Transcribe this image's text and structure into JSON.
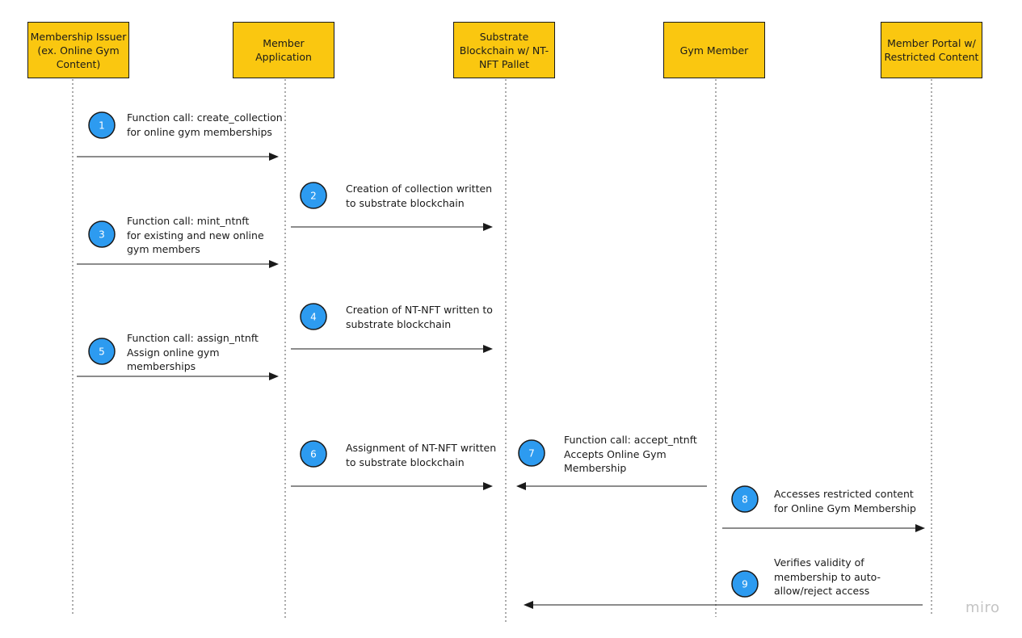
{
  "actors": [
    {
      "id": "issuer",
      "label": "Membership Issuer (ex. Online Gym Content)"
    },
    {
      "id": "app",
      "label": "Member Application"
    },
    {
      "id": "chain",
      "label": "Substrate Blockchain w/ NT-NFT Pallet"
    },
    {
      "id": "member",
      "label": "Gym Member"
    },
    {
      "id": "portal",
      "label": "Member Portal w/ Restricted Content"
    }
  ],
  "messages": [
    {
      "number": "1",
      "from": "issuer",
      "to": "app",
      "text_lines": [
        "Function call: create_collection",
        "for online gym memberships"
      ]
    },
    {
      "number": "2",
      "from": "app",
      "to": "chain",
      "text_lines": [
        "Creation of collection written",
        "to substrate blockchain"
      ]
    },
    {
      "number": "3",
      "from": "issuer",
      "to": "app",
      "text_lines": [
        "Function call: mint_ntnft",
        "for existing and new online",
        "gym members"
      ]
    },
    {
      "number": "4",
      "from": "app",
      "to": "chain",
      "text_lines": [
        "Creation of NT-NFT written to",
        "substrate blockchain"
      ]
    },
    {
      "number": "5",
      "from": "issuer",
      "to": "app",
      "text_lines": [
        "Function call: assign_ntnft",
        "Assign online gym",
        "memberships"
      ]
    },
    {
      "number": "6",
      "from": "app",
      "to": "chain",
      "text_lines": [
        "Assignment of NT-NFT written",
        "to substrate blockchain"
      ]
    },
    {
      "number": "7",
      "from": "member",
      "to": "chain",
      "text_lines": [
        "Function call: accept_ntnft",
        "Accepts Online Gym",
        "Membership"
      ]
    },
    {
      "number": "8",
      "from": "member",
      "to": "portal",
      "text_lines": [
        "Accesses restricted content",
        "for Online Gym Membership"
      ]
    },
    {
      "number": "9",
      "from": "portal",
      "to": "chain",
      "text_lines": [
        "Verifies validity of",
        "membership to auto-",
        "allow/reject access"
      ]
    }
  ],
  "watermark": "miro",
  "colors": {
    "actor_fill": "#fac710",
    "badge_fill": "#2d9bf0",
    "line": "#1a1a1a",
    "lifeline": "#555555"
  }
}
